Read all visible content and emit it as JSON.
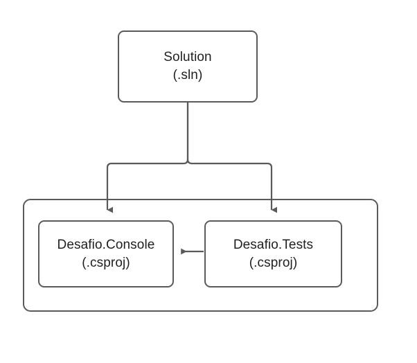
{
  "diagram": {
    "type": "flowchart",
    "title": "",
    "colors": {
      "stroke": "#5a5a5a",
      "text": "#1f1f1f",
      "background": "#ffffff",
      "arrow": "#5a5a5a"
    },
    "nodes": [
      {
        "id": "solution",
        "name": "Solution",
        "extension": "(.sln)",
        "shape": "rounded-rectangle"
      },
      {
        "id": "console",
        "name": "Desafio.Console",
        "extension": "(.csproj)",
        "shape": "rounded-rectangle"
      },
      {
        "id": "tests",
        "name": "Desafio.Tests",
        "extension": "(.csproj)",
        "shape": "rounded-rectangle"
      }
    ],
    "group": {
      "id": "projects-group",
      "label": "",
      "shape": "rounded-rectangle"
    },
    "edges": [
      {
        "from": "solution",
        "to": "console",
        "style": "orthogonal",
        "arrowhead": "down"
      },
      {
        "from": "solution",
        "to": "tests",
        "style": "orthogonal",
        "arrowhead": "down"
      },
      {
        "from": "tests",
        "to": "console",
        "style": "straight",
        "arrowhead": "left"
      }
    ]
  }
}
